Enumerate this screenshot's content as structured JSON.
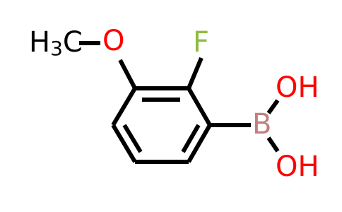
{
  "molecule": {
    "atoms": {
      "methyl": {
        "label": "H",
        "subscript": "3",
        "suffix": "C",
        "color": "#000000"
      },
      "oxygen_ether": {
        "label": "O",
        "color": "#ff0000"
      },
      "fluorine": {
        "label": "F",
        "color": "#8fbc3f"
      },
      "boron": {
        "label": "B",
        "color": "#c08080"
      },
      "hydroxyl_top": {
        "label": "OH",
        "color": "#ff0000"
      },
      "hydroxyl_bottom": {
        "label": "OH",
        "color": "#ff0000"
      }
    },
    "bond_color": "#000000"
  }
}
